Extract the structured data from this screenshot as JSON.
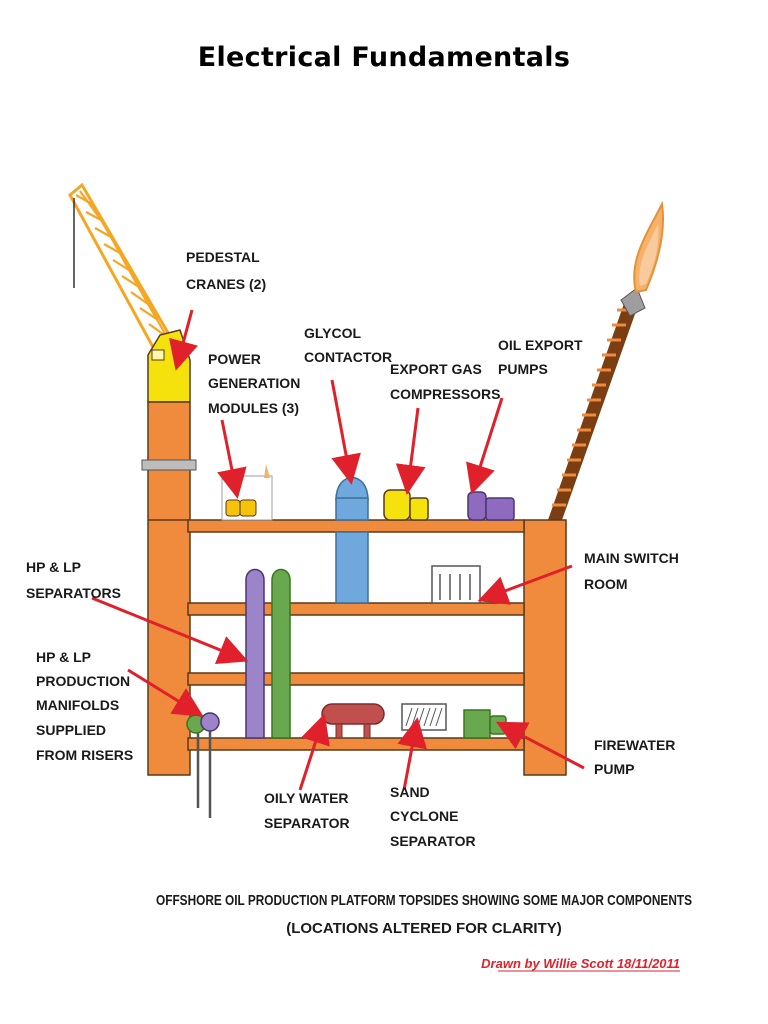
{
  "page": {
    "title": "Electrical Fundamentals"
  },
  "diagram": {
    "labels": {
      "pedestal_cranes": [
        "PEDESTAL",
        "CRANES (2)"
      ],
      "power_generation": [
        "POWER",
        "GENERATION",
        "MODULES (3)"
      ],
      "glycol_contactor": [
        "GLYCOL",
        "CONTACTOR"
      ],
      "export_gas": [
        "EXPORT GAS",
        "COMPRESSORS"
      ],
      "oil_export": [
        "OIL EXPORT",
        "PUMPS"
      ],
      "hp_lp_separators": [
        "HP & LP",
        "SEPARATORS"
      ],
      "main_switch_room": [
        "MAIN SWITCH",
        "ROOM"
      ],
      "hp_lp_manifolds": [
        "HP & LP",
        "PRODUCTION",
        "MANIFOLDS",
        "SUPPLIED",
        "FROM RISERS"
      ],
      "oily_water": [
        "OILY WATER",
        "SEPARATOR"
      ],
      "sand_cyclone": [
        "SAND",
        "CYCLONE",
        "SEPARATOR"
      ],
      "firewater_pump": [
        "FIREWATER",
        "PUMP"
      ]
    },
    "caption_line1": "OFFSHORE OIL PRODUCTION PLATFORM TOPSIDES SHOWING SOME MAJOR COMPONENTS",
    "caption_line2": "(LOCATIONS ALTERED FOR CLARITY)",
    "credit": "Drawn by Willie Scott 18/11/2011",
    "colors": {
      "structure": "#f08a3c",
      "outline": "#5a3a1a",
      "arrow": "#e0202a",
      "crane": "#f5a623",
      "crane_cab": "#f5e20c",
      "glycol": "#6fa8dc",
      "compressor": "#f5e20c",
      "pump": "#8e6bbf",
      "separator_purple": "#9b84c8",
      "separator_green": "#6aa84f",
      "oily_water": "#c0504d",
      "firewater": "#6aa84f",
      "flare": "#f6b26b"
    }
  }
}
